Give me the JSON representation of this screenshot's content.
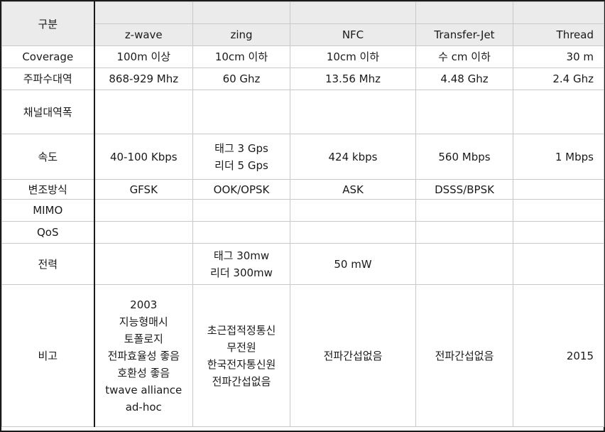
{
  "header": {
    "category": "구분",
    "columns": [
      "z-wave",
      "zing",
      "NFC",
      "Transfer-Jet",
      "Thread"
    ]
  },
  "rows": [
    {
      "label": "Coverage",
      "cells": [
        [
          "100m 이상"
        ],
        [
          "10cm 이하"
        ],
        [
          "10cm 이하"
        ],
        [
          "수 cm 이하"
        ],
        [
          "30 m"
        ]
      ]
    },
    {
      "label": "주파수대역",
      "cells": [
        [
          "868-929 Mhz"
        ],
        [
          "60 Ghz"
        ],
        [
          "13.56 Mhz"
        ],
        [
          "4.48 Ghz"
        ],
        [
          "2.4 Ghz"
        ]
      ]
    },
    {
      "label": "채널대역폭",
      "cells": [
        [],
        [],
        [],
        [],
        []
      ]
    },
    {
      "label": "속도",
      "cells": [
        [
          "40-100 Kbps"
        ],
        [
          "태그 3 Gps",
          "리더 5 Gps"
        ],
        [
          "424 kbps"
        ],
        [
          "560 Mbps"
        ],
        [
          "1 Mbps"
        ]
      ]
    },
    {
      "label": "변조방식",
      "cells": [
        [
          "GFSK"
        ],
        [
          "OOK/OPSK"
        ],
        [
          "ASK"
        ],
        [
          "DSSS/BPSK"
        ],
        []
      ]
    },
    {
      "label": "MIMO",
      "cells": [
        [],
        [],
        [],
        [],
        []
      ]
    },
    {
      "label": "QoS",
      "cells": [
        [],
        [],
        [],
        [],
        []
      ]
    },
    {
      "label": "전력",
      "cells": [
        [],
        [
          "태그 30mw",
          "리더 300mw"
        ],
        [
          "50 mW"
        ],
        [],
        []
      ]
    },
    {
      "label": "비고",
      "cells": [
        [
          "2003",
          "지능형매시",
          "토폴로지",
          "전파효율성 좋음",
          "호환성 좋음",
          "twave alliance",
          "ad-hoc"
        ],
        [
          "초근접적정통신",
          "무전원",
          "한국전자통신원",
          "전파간섭없음"
        ],
        [
          "전파간섭없음"
        ],
        [
          "전파간섭없음"
        ],
        [
          "2015"
        ]
      ]
    }
  ]
}
